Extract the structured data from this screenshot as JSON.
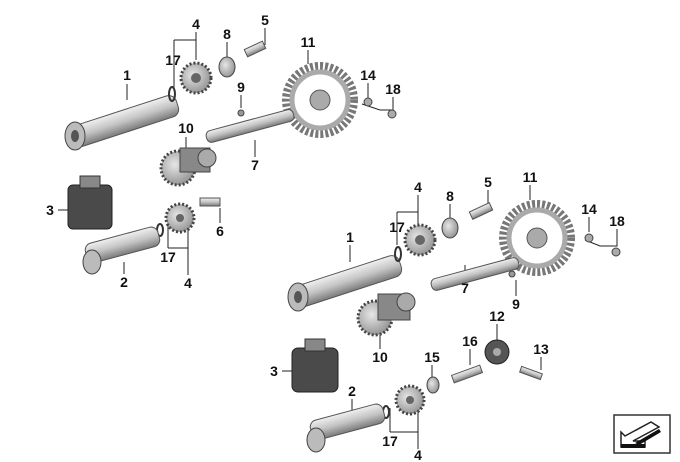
{
  "diagram": {
    "top_group": [
      "1",
      "17",
      "4",
      "8",
      "5",
      "11",
      "14",
      "18",
      "9",
      "10",
      "7",
      "3",
      "6",
      "17",
      "2",
      "4"
    ],
    "bottom_group": [
      "4",
      "8",
      "5",
      "11",
      "17",
      "1",
      "14",
      "18",
      "7",
      "9",
      "10",
      "12",
      "16",
      "15",
      "13",
      "3",
      "2",
      "17",
      "4"
    ]
  },
  "colors": {
    "part_light": "#d4d4d4",
    "part_mid": "#a8a8a8",
    "part_dark": "#6e6e6e",
    "line": "#222222"
  },
  "nav_icon": "arrow-back-icon"
}
